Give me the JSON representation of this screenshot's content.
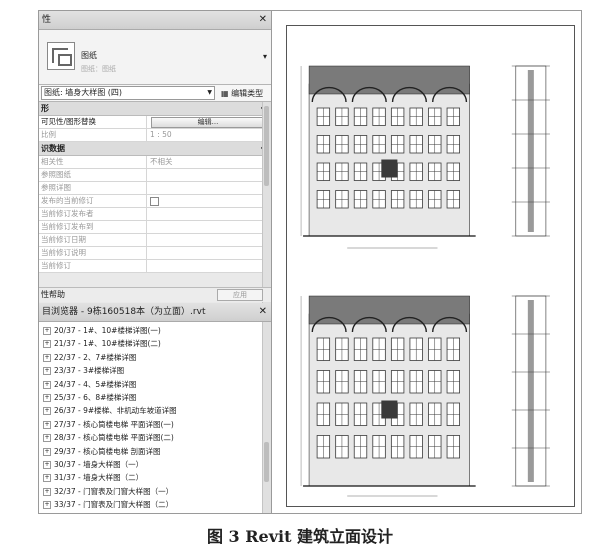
{
  "properties": {
    "title": "性",
    "type_name": "图纸",
    "type_sub": "图纸：图纸",
    "selector": "图纸: 墙身大样图 (四)",
    "edit_type": "编辑类型",
    "sections": [
      {
        "label": "形",
        "rows": [
          {
            "k": "可见性/图形替换",
            "v": "编辑...",
            "button": true
          },
          {
            "k": "比例",
            "v": "1 : 50",
            "gray": true
          }
        ]
      },
      {
        "label": "识数据",
        "rows": [
          {
            "k": "相关性",
            "v": "不相关",
            "gray": true
          },
          {
            "k": "参照图纸",
            "v": "",
            "gray": true
          },
          {
            "k": "参照详图",
            "v": "",
            "gray": true
          },
          {
            "k": "发布的当前修订",
            "v": "",
            "check": true
          },
          {
            "k": "当前修订发布者",
            "v": "",
            "gray": true
          },
          {
            "k": "当前修订发布到",
            "v": "",
            "gray": true
          },
          {
            "k": "当前修订日期",
            "v": "",
            "gray": true
          },
          {
            "k": "当前修订说明",
            "v": "",
            "gray": true
          },
          {
            "k": "当前修订",
            "v": "",
            "gray": true
          }
        ]
      }
    ],
    "help": "性帮助",
    "apply": "应用"
  },
  "browser": {
    "title": "目浏览器 - 9栋160518本（为立面）.rvt",
    "items": [
      "20/37 - 1#、10#楼梯详图(一)",
      "21/37 - 1#、10#楼梯详图(二)",
      "22/37 - 2、7#楼梯详图",
      "23/37 - 3#楼梯详图",
      "24/37 - 4、5#楼梯详图",
      "25/37 - 6、8#楼梯详图",
      "26/37 - 9#楼梯、非机动车坡道详图",
      "27/37 - 核心筒楼电梯 平面详图(一)",
      "28/37 - 核心筒楼电梯 平面详图(二)",
      "29/37 - 核心筒楼电梯 剖面详图",
      "30/37 - 墙身大样图（一）",
      "31/37 - 墙身大样图（二）",
      "32/37 - 门窗表及门窗大样图（一）",
      "33/37 - 门窗表及门窗大样图（二）"
    ]
  },
  "caption": "图 3  Revit 建筑立面设计",
  "colors": {
    "roof": "#7a7a7a",
    "wall": "#e8e8e8",
    "window": "#3a3a3a"
  }
}
